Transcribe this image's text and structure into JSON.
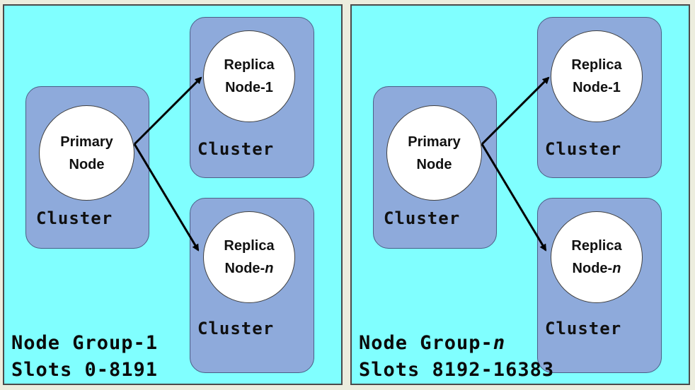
{
  "groups": [
    {
      "name_prefix": "Node Group-",
      "name_suffix": "1",
      "slots": "Slots 0-8191",
      "primary": {
        "line1": "Primary",
        "line2": "Node",
        "cluster_label": "Cluster"
      },
      "replica1": {
        "line1": "Replica",
        "line2_prefix": "Node-",
        "line2_suffix": "1",
        "cluster_label": "Cluster"
      },
      "replican": {
        "line1": "Replica",
        "line2_prefix": "Node-",
        "line2_suffix": "n",
        "cluster_label": "Cluster"
      }
    },
    {
      "name_prefix": "Node Group-",
      "name_suffix": "n",
      "slots": "Slots 8192-16383",
      "primary": {
        "line1": "Primary",
        "line2": "Node",
        "cluster_label": "Cluster"
      },
      "replica1": {
        "line1": "Replica",
        "line2_prefix": "Node-",
        "line2_suffix": "1",
        "cluster_label": "Cluster"
      },
      "replican": {
        "line1": "Replica",
        "line2_prefix": "Node-",
        "line2_suffix": "n",
        "cluster_label": "Cluster"
      }
    }
  ],
  "colors": {
    "background": "#ecedde",
    "group_fill": "#80ffff",
    "cluster_fill": "#8eaadb",
    "node_fill": "#ffffff",
    "arrow": "#000000"
  }
}
